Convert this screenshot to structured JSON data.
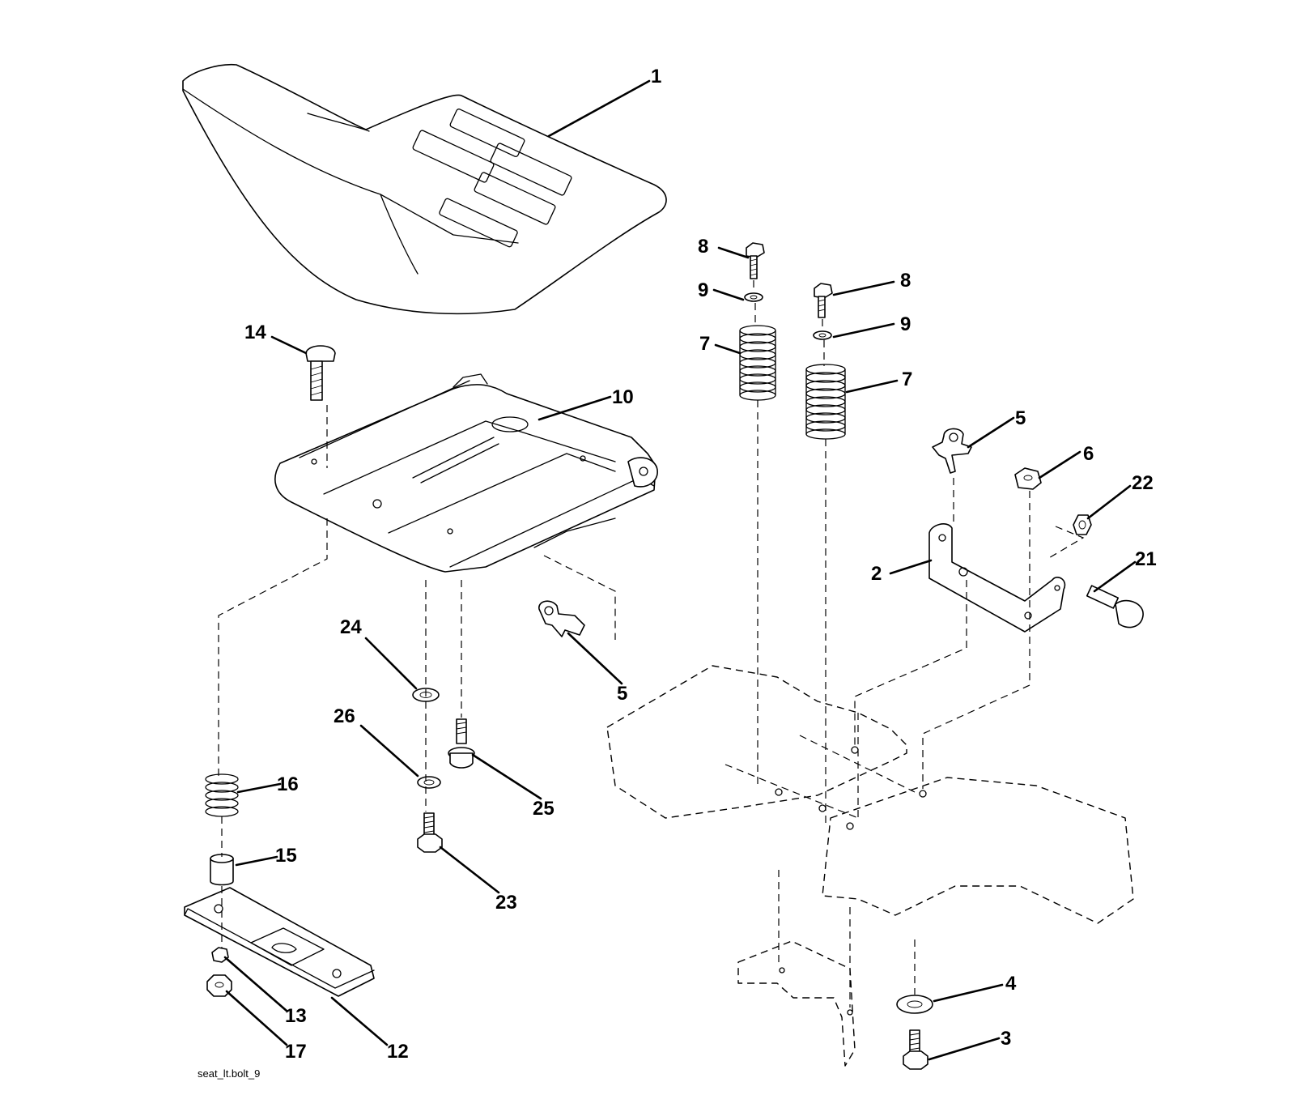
{
  "callouts": [
    {
      "id": "c1",
      "label": "1"
    },
    {
      "id": "c8a",
      "label": "8"
    },
    {
      "id": "c8b",
      "label": "8"
    },
    {
      "id": "c9a",
      "label": "9"
    },
    {
      "id": "c9b",
      "label": "9"
    },
    {
      "id": "c7a",
      "label": "7"
    },
    {
      "id": "c7b",
      "label": "7"
    },
    {
      "id": "c14",
      "label": "14"
    },
    {
      "id": "c10",
      "label": "10"
    },
    {
      "id": "c5a",
      "label": "5"
    },
    {
      "id": "c6",
      "label": "6"
    },
    {
      "id": "c22",
      "label": "22"
    },
    {
      "id": "c2",
      "label": "2"
    },
    {
      "id": "c21",
      "label": "21"
    },
    {
      "id": "c24",
      "label": "24"
    },
    {
      "id": "c5b",
      "label": "5"
    },
    {
      "id": "c26",
      "label": "26"
    },
    {
      "id": "c25",
      "label": "25"
    },
    {
      "id": "c16",
      "label": "16"
    },
    {
      "id": "c15",
      "label": "15"
    },
    {
      "id": "c23",
      "label": "23"
    },
    {
      "id": "c4",
      "label": "4"
    },
    {
      "id": "c3",
      "label": "3"
    },
    {
      "id": "c13",
      "label": "13"
    },
    {
      "id": "c17",
      "label": "17"
    },
    {
      "id": "c12",
      "label": "12"
    }
  ],
  "footer": {
    "caption": "seat_lt.bolt_9"
  }
}
